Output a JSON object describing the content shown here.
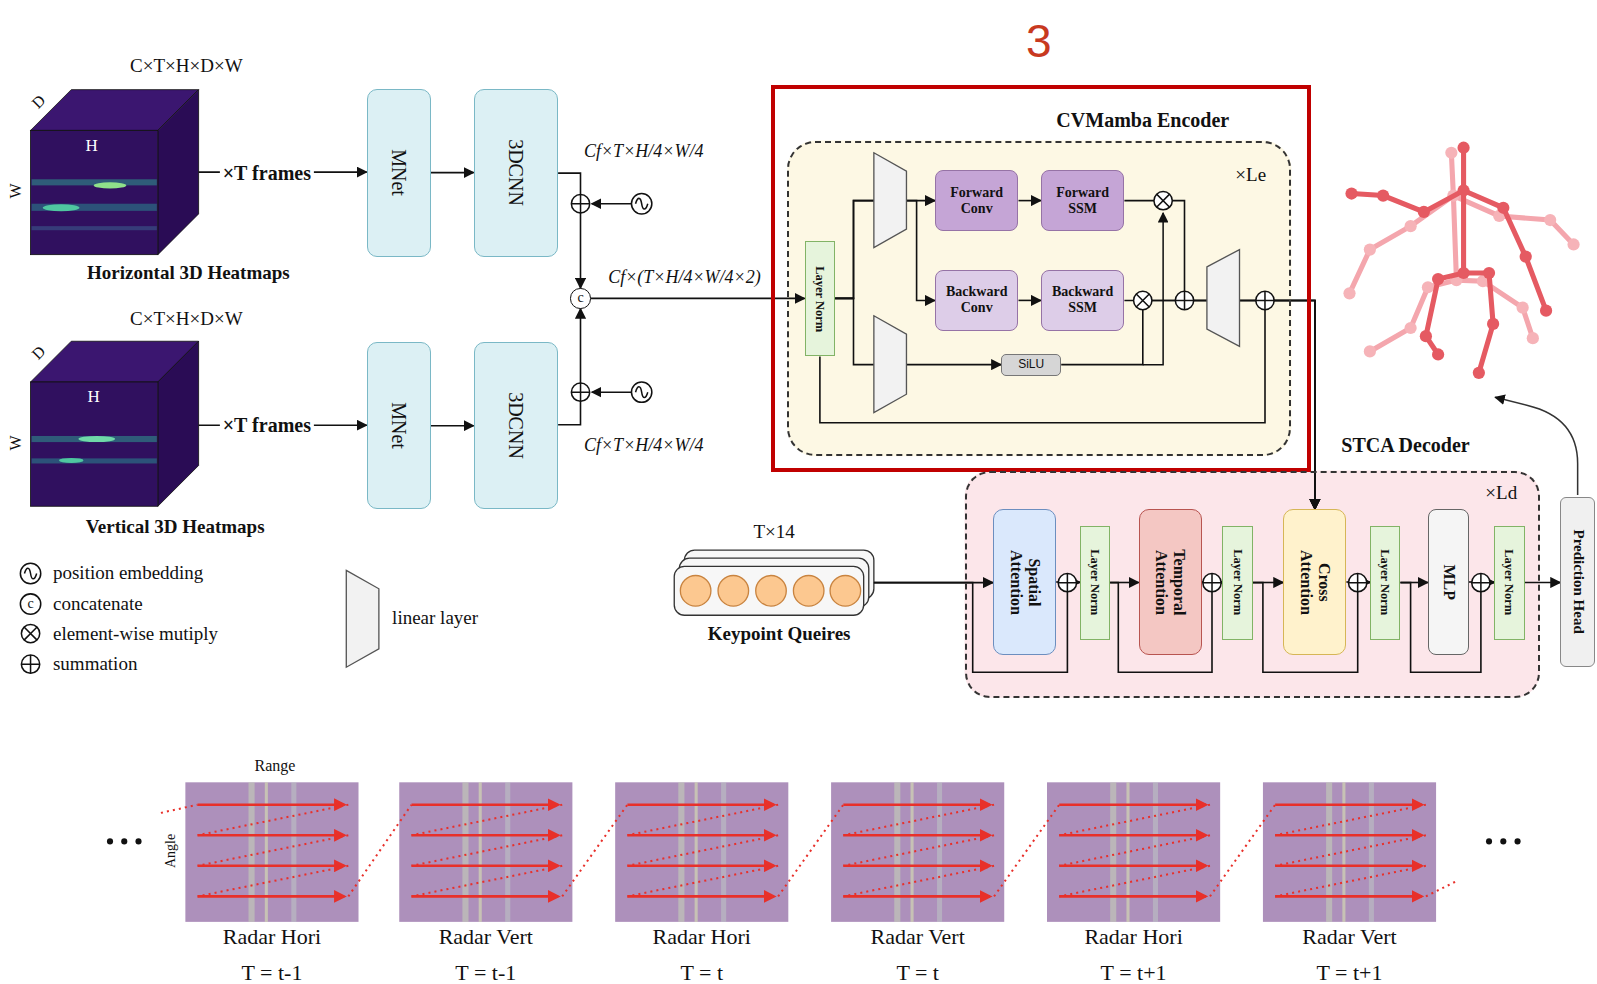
{
  "diagram": {
    "nodes": [
      {
        "text": [
          "C×T×H×D×W",
          "Horizontal 3D Heatmaps"
        ]
      },
      {
        "text": [
          "MNet"
        ]
      },
      {
        "text": [
          "3DCNN"
        ]
      },
      {
        "text": [
          "C×T×H×D×W",
          "Vertical 3D Heatmaps"
        ]
      },
      {
        "text": [
          "MNet"
        ]
      },
      {
        "text": [
          "3DCNN"
        ]
      },
      {
        "text": [
          "c"
        ]
      },
      {
        "text": [
          "CVMamba Encoder"
        ]
      },
      {
        "text": [
          "×Le"
        ],
        "in": 7
      },
      {
        "text": [
          "Layer Norm"
        ],
        "in": 8
      },
      {
        "text": [
          "Forward Conv"
        ],
        "in": 8
      },
      {
        "text": [
          "Forward SSM"
        ],
        "in": 8
      },
      {
        "text": [
          "Backward Conv"
        ],
        "in": 8
      },
      {
        "text": [
          "Backward SSM"
        ],
        "in": 8
      },
      {
        "text": [
          "SiLU"
        ],
        "in": 8
      },
      {
        "text": [
          "T×14",
          "Keypoint Queires"
        ]
      },
      {
        "text": [
          "STCA Decoder",
          "×Ld"
        ]
      },
      {
        "text": [
          "Spatial Attention"
        ],
        "in": 16
      },
      {
        "text": [
          "Layer Norm"
        ],
        "in": 16
      },
      {
        "text": [
          "Temporal Attention"
        ],
        "in": 16
      },
      {
        "text": [
          "Layer Norm"
        ],
        "in": 16
      },
      {
        "text": [
          "Cross Attention"
        ],
        "in": 16
      },
      {
        "text": [
          "Layer Norm"
        ],
        "in": 16
      },
      {
        "text": [
          "MLP"
        ],
        "in": 16
      },
      {
        "text": [
          "Layer Norm"
        ],
        "in": 16
      },
      {
        "text": [
          "Prediction Head"
        ]
      }
    ],
    "edges": [
      {
        "from": 0,
        "to": 1,
        "label": "×T frames",
        "arrow": "to"
      },
      {
        "from": 1,
        "to": 2,
        "arrow": "to"
      },
      {
        "from": 2,
        "to": 6,
        "arrow": "to"
      },
      {
        "from": 3,
        "to": 4,
        "label": "×T frames",
        "arrow": "to"
      },
      {
        "from": 4,
        "to": 5,
        "arrow": "to"
      },
      {
        "from": 5,
        "to": 6,
        "arrow": "to"
      },
      {
        "from": 6,
        "to": 9,
        "arrow": "to"
      },
      {
        "from": 9,
        "to": 10,
        "arrow": "to"
      },
      {
        "from": 9,
        "to": 12,
        "arrow": "to"
      },
      {
        "from": 9,
        "to": 14,
        "arrow": "to"
      },
      {
        "from": 10,
        "to": 11,
        "arrow": "to"
      },
      {
        "from": 12,
        "to": 13,
        "arrow": "to"
      },
      {
        "from": 11,
        "to": 21,
        "arrow": "to"
      },
      {
        "from": 13,
        "to": 21,
        "arrow": "to"
      },
      {
        "from": 14,
        "to": 21,
        "arrow": "to"
      },
      {
        "from": 9,
        "to": 21,
        "arrow": "to"
      },
      {
        "from": 15,
        "to": 17,
        "arrow": "to"
      },
      {
        "from": 15,
        "to": 18,
        "arrow": "to"
      },
      {
        "from": 17,
        "to": 18,
        "arrow": "to"
      },
      {
        "from": 18,
        "to": 19,
        "arrow": "to"
      },
      {
        "from": 18,
        "to": 20,
        "arrow": "to"
      },
      {
        "from": 19,
        "to": 20,
        "arrow": "to"
      },
      {
        "from": 20,
        "to": 21,
        "arrow": "to"
      },
      {
        "from": 20,
        "to": 22,
        "arrow": "to"
      },
      {
        "from": 21,
        "to": 22,
        "arrow": "to"
      },
      {
        "from": 22,
        "to": 23,
        "arrow": "to"
      },
      {
        "from": 22,
        "to": 24,
        "arrow": "to"
      },
      {
        "from": 23,
        "to": 24,
        "arrow": "to"
      },
      {
        "from": 24,
        "to": 25,
        "arrow": "to"
      }
    ],
    "labels": [
      "3",
      "D",
      "H",
      "W",
      "Cf×T×H/4×W/4",
      "Cf×(T×H/4×W/4×2)",
      "D",
      "H",
      "W",
      "Cf×T×H/4×W/4",
      "c",
      "Range",
      "Angle",
      "Radar Hori",
      "T = t-1",
      "Radar Vert",
      "T = t-1",
      "Radar Hori",
      "T = t",
      "Radar Vert",
      "T = t",
      "Radar Hori",
      "T = t+1",
      "Radar Vert",
      "T = t+1"
    ],
    "legend": [
      {
        "text": "position embedding"
      },
      {
        "text": "concatenate"
      },
      {
        "text": "element-wise mutiply"
      },
      {
        "text": "summation"
      },
      {
        "text": "linear layer"
      }
    ]
  }
}
